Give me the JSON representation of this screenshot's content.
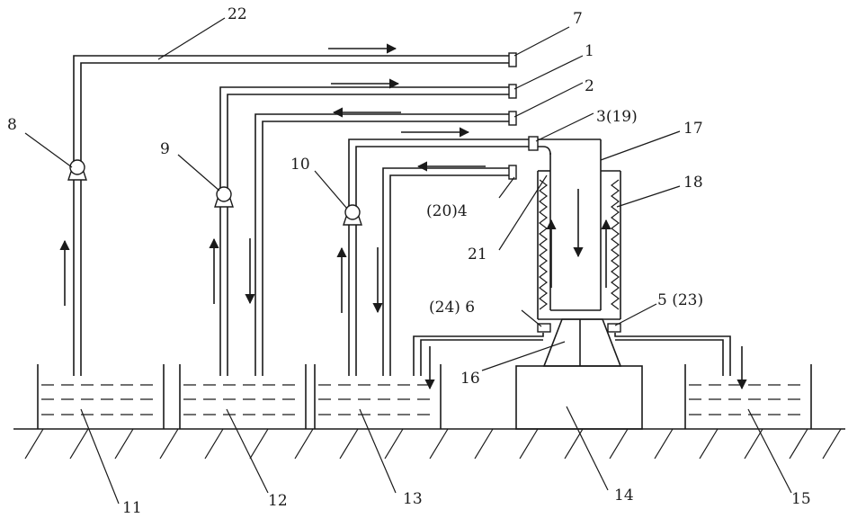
{
  "labels": {
    "n1": "1",
    "n2": "2",
    "n3": "3(19)",
    "n4": "(20)4",
    "n5": "5 (23)",
    "n6": "(24) 6",
    "n7": "7",
    "n8": "8",
    "n9": "9",
    "n10": "10",
    "n11": "11",
    "n12": "12",
    "n13": "13",
    "n14": "14",
    "n15": "15",
    "n16": "16",
    "n17": "17",
    "n18": "18",
    "n21": "21",
    "n22": "22"
  }
}
